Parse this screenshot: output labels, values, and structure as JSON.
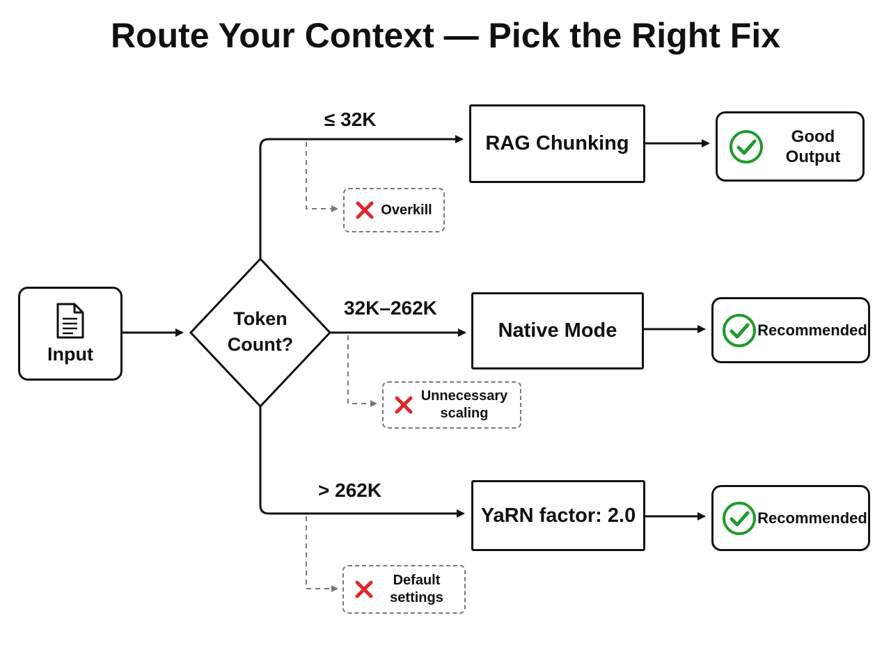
{
  "title": "Route Your Context — Pick the Right Fix",
  "input": {
    "label": "Input",
    "icon": "document-icon"
  },
  "decision": {
    "line1": "Token",
    "line2": "Count?"
  },
  "branches": [
    {
      "condition": "≤ 32K",
      "action": "RAG Chunking",
      "result_line1": "Good",
      "result_line2": "Output",
      "alternative_line1": "Overkill",
      "alternative_line2": ""
    },
    {
      "condition": "32K–262K",
      "action": "Native Mode",
      "result_line1": "Recommended",
      "result_line2": "",
      "alternative_line1": "Unnecessary",
      "alternative_line2": "scaling"
    },
    {
      "condition": "> 262K",
      "action": "YaRN factor: 2.0",
      "result_line1": "Recommended",
      "result_line2": "",
      "alternative_line1": "Default",
      "alternative_line2": "settings"
    }
  ],
  "colors": {
    "line": "#111111",
    "dashed": "#777777",
    "check": "#1f9a2e",
    "cross": "#e0262b"
  }
}
